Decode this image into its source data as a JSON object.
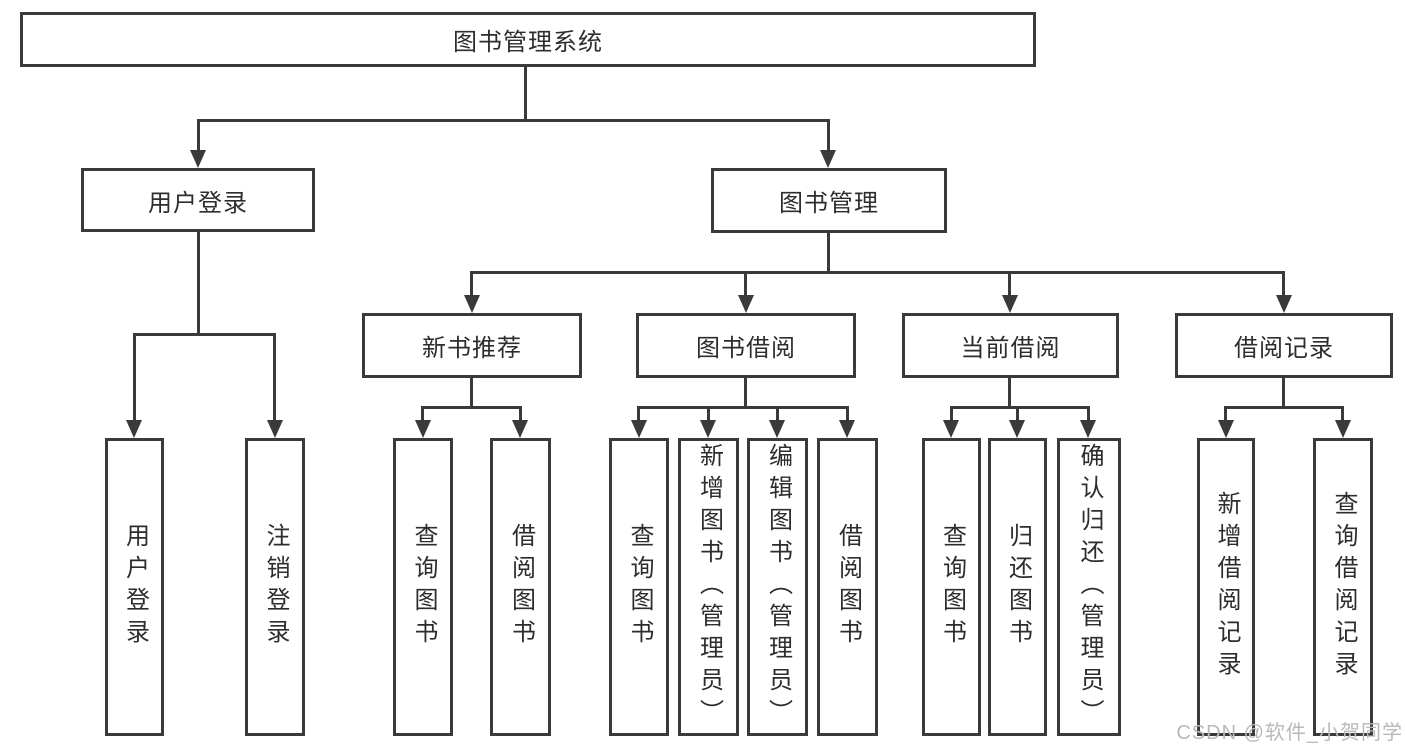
{
  "diagram": {
    "tree": {
      "root": "图书管理系统",
      "level2": [
        {
          "label": "用户登录",
          "leaves": [
            "用户登录",
            "注销登录"
          ]
        },
        {
          "label": "图书管理",
          "groups": [
            {
              "label": "新书推荐",
              "leaves": [
                "查询图书",
                "借阅图书"
              ]
            },
            {
              "label": "图书借阅",
              "leaves": [
                "查询图书",
                "新增图书（管理员）",
                "编辑图书（管理员）",
                "借阅图书"
              ]
            },
            {
              "label": "当前借阅",
              "leaves": [
                "查询图书",
                "归还图书",
                "确认归还（管理员）"
              ]
            },
            {
              "label": "借阅记录",
              "leaves": [
                "新增借阅记录",
                "查询借阅记录"
              ]
            }
          ]
        }
      ]
    },
    "watermark": "CSDN @软件_小贺同学",
    "colors": {
      "line": "#3a3a3a",
      "text": "#2d2d2d",
      "watermark": "#b9b9b9",
      "background": "#ffffff"
    }
  }
}
